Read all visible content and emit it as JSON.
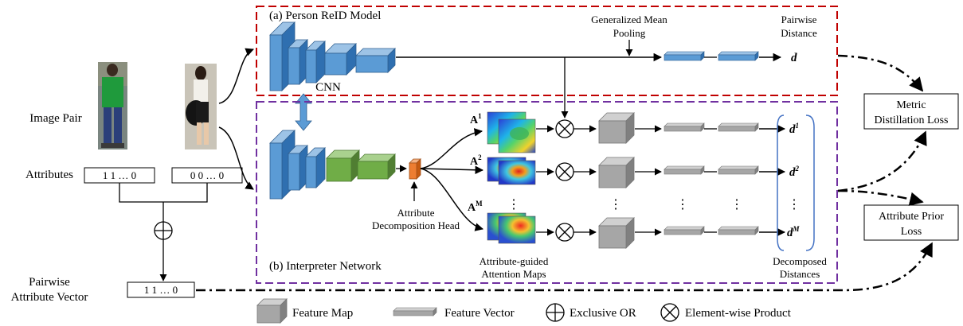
{
  "labels": {
    "image_pair": "Image Pair",
    "attributes": "Attributes",
    "attr_vec_1": "1 1 … 0",
    "attr_vec_2": "0 0 … 0",
    "pairwise_attr_line1": "Pairwise",
    "pairwise_attr_line2": "Attribute Vector",
    "pairwise_vec": "1 1 … 0",
    "reid_model": "(a) Person ReID Model",
    "cnn": "CNN",
    "gmp_line1": "Generalized Mean",
    "gmp_line2": "Pooling",
    "pd_line1": "Pairwise",
    "pd_line2": "Distance",
    "d": "d",
    "interpreter": "(b) Interpreter Network",
    "adh_line1": "Attribute",
    "adh_line2": "Decomposition Head",
    "agam_line1": "Attribute-guided",
    "agam_line2": "Attention Maps",
    "dd_line1": "Decomposed",
    "dd_line2": "Distances",
    "a1_base": "A",
    "a1_sup": "1",
    "a2_base": "A",
    "a2_sup": "2",
    "am_base": "A",
    "am_sup": "M",
    "d1_base": "d",
    "d1_sup": "1",
    "d2_base": "d",
    "d2_sup": "2",
    "dm_base": "d",
    "dm_sup": "M",
    "vdots": "⋮",
    "mdl_line1": "Metric",
    "mdl_line2": "Distillation Loss",
    "apl_line1": "Attribute Prior",
    "apl_line2": "Loss"
  },
  "legend": {
    "feature_map": "Feature Map",
    "feature_vector": "Feature Vector",
    "xor": "Exclusive OR",
    "element_product": "Element-wise Product"
  },
  "colors": {
    "reid_border": "#c00000",
    "interpreter_border": "#7030a0",
    "cnn_blue": "#5b9bd5",
    "green": "#70ad47",
    "orange": "#ed7d31",
    "gray": "#a6a6a6"
  },
  "icons": {
    "xor": "circle-plus-icon",
    "product": "circle-times-icon"
  }
}
